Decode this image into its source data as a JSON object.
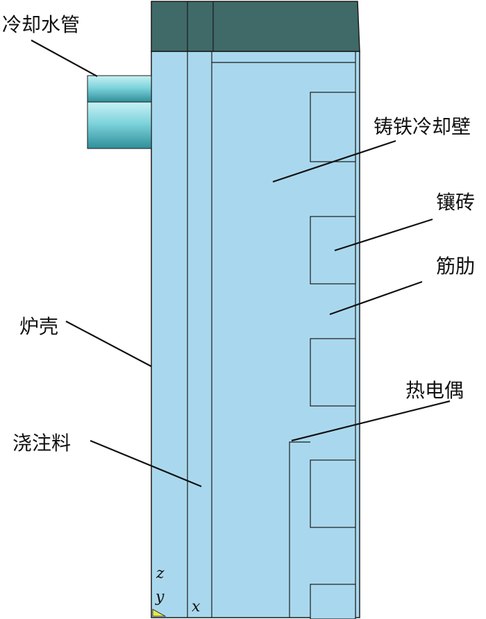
{
  "labels": {
    "cooling_pipe": "冷却水管",
    "cast_iron_stave": "铸铁冷却壁",
    "inlaid_brick": "镶砖",
    "rib": "筋肋",
    "furnace_shell": "炉壳",
    "thermocouple": "热电偶",
    "castable": "浇注料"
  },
  "axes": {
    "z": "z",
    "y": "y",
    "x": "x"
  },
  "colors": {
    "body": "#a9d8ee",
    "top_cap": "#3f6a68",
    "outline": "#1a1a1a",
    "pipe": "#7fd4dc"
  }
}
